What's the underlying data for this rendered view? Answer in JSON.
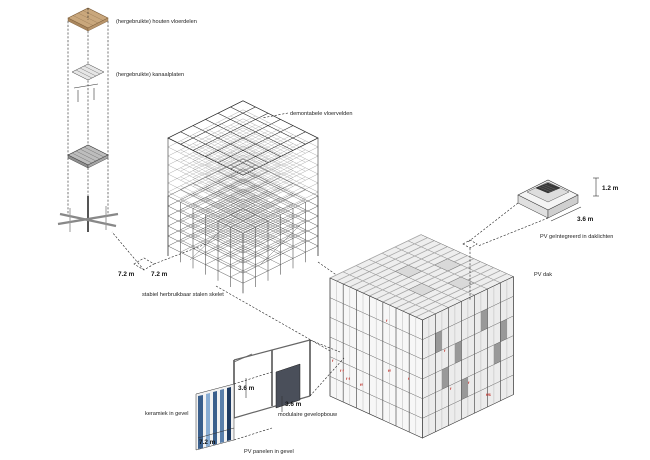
{
  "labels": {
    "wood_floor": "(hergebruikte) houten vloerdelen",
    "channel_plates": "(hergebruikte) kanaalplaten",
    "demountable_floors": "demontabele vloervelden",
    "steel_skeleton": "stabiel herbruikbaar stalen skelet",
    "pv_integrated": "PV geïntegreerd in daklichten",
    "pv_roof": "PV dak",
    "ceramic_facade": "keramiek in gevel",
    "modular_facade": "modulaire gevelopbouw",
    "pv_panels_facade": "PV panelen in gevel"
  },
  "dimensions": {
    "grid_w": "7.2 m",
    "grid_d": "7.2 m",
    "skylight_h": "1.2 m",
    "skylight_w": "3.6 m",
    "facade_h1": "3.6 m",
    "facade_h2": "3.6 m",
    "facade_w": "7.2 m"
  },
  "colors": {
    "wood": "#c9a77c",
    "ceramic": "#3a5f8c",
    "pv_panel": "#4a4f5a",
    "annotation": "#c0322b"
  }
}
